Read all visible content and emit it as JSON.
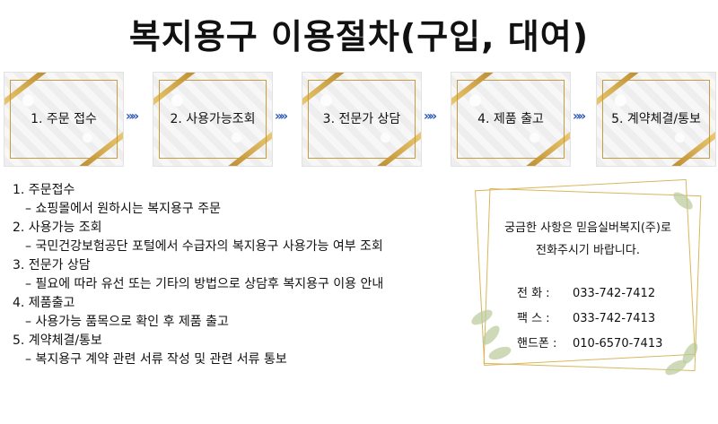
{
  "title": "복지용구 이용절차(구입, 대여)",
  "steps": [
    {
      "label": "1. 주문 접수"
    },
    {
      "label": "2. 사용가능조회"
    },
    {
      "label": "3. 전문가 상담"
    },
    {
      "label": "4. 제품 출고"
    },
    {
      "label": "5. 계약체결/통보"
    }
  ],
  "arrow": "»»",
  "details": [
    {
      "head": "1.  주문접수",
      "sub": "– 쇼핑몰에서 원하시는 복지용구 주문"
    },
    {
      "head": "2. 사용가능 조회",
      "sub": "– 국민건강보험공단 포털에서 수급자의 복지용구 사용가능 여부 조회"
    },
    {
      "head": "3. 전문가 상담",
      "sub": "– 필요에 따라 유선 또는 기타의 방법으로 상담후 복지용구 이용 안내"
    },
    {
      "head": "4. 제품출고",
      "sub": "– 사용가능 품목으로 확인 후 제품 출고"
    },
    {
      "head": "5. 계약체결/통보",
      "sub": "– 복지용구 계약 관련 서류 작성 및 관련 서류 통보"
    }
  ],
  "info": {
    "line1": "궁금한 사항은 믿음실버복지(주)로",
    "line2": "전화주시기 바랍니다.",
    "contacts": [
      {
        "label": "전    화 :",
        "value": "033-742-7412"
      },
      {
        "label": "팩    스 :",
        "value": "033-742-7413"
      },
      {
        "label": "핸드폰 :",
        "value": "010-6570-7413"
      }
    ]
  }
}
